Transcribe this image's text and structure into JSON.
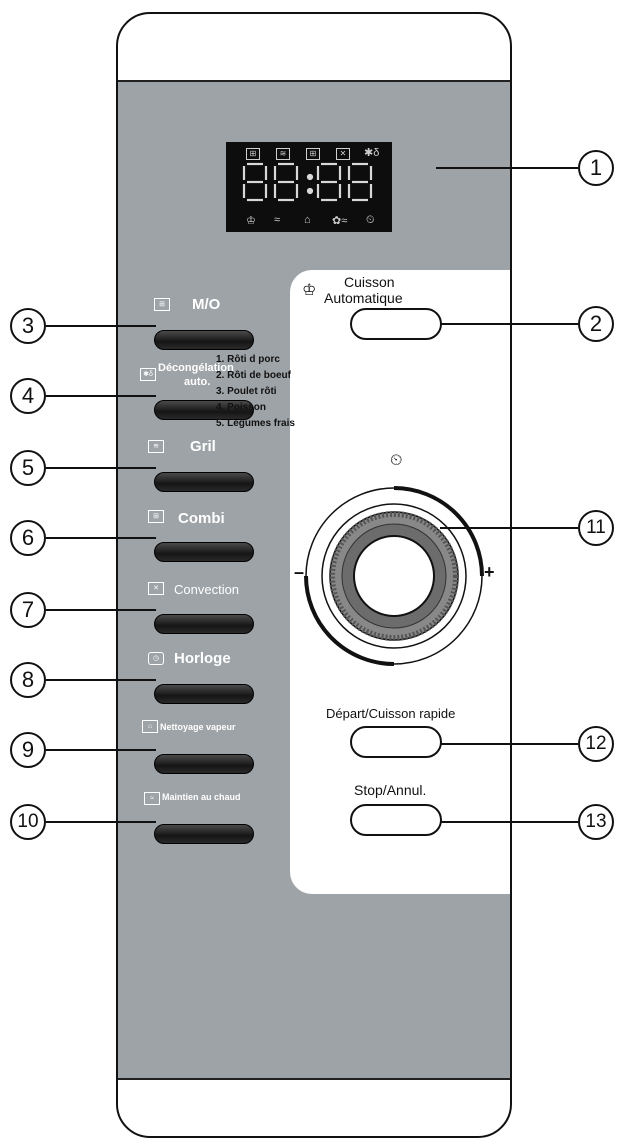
{
  "display": {
    "digits": "88:88",
    "top_icons": [
      "microwave-icon",
      "grill-icon",
      "combi-icon",
      "convection-icon",
      "defrost-icon"
    ],
    "bottom_icons": [
      "chef-hat-icon",
      "keep-warm-icon",
      "steam-clean-icon",
      "fan-icon",
      "timer-icon"
    ]
  },
  "left_buttons": [
    {
      "label": "M/O",
      "icon": "microwave-icon",
      "callout": "3"
    },
    {
      "label": "Décongélation",
      "label2": "auto.",
      "icon": "defrost-icon",
      "callout": "4"
    },
    {
      "label": "Gril",
      "icon": "grill-icon",
      "callout": "5"
    },
    {
      "label": "Combi",
      "icon": "combi-icon",
      "callout": "6"
    },
    {
      "label": "Convection",
      "icon": "convection-icon",
      "callout": "7"
    },
    {
      "label": "Horloge",
      "icon": "clock-icon",
      "callout": "8"
    },
    {
      "label": "Nettoyage vapeur",
      "icon": "steam-clean-icon",
      "callout": "9"
    },
    {
      "label": "Maintien au chaud",
      "icon": "keep-warm-icon",
      "callout": "10"
    }
  ],
  "auto_cook": {
    "label_line1": "Cuisson",
    "label_line2": "Automatique",
    "callout": "2",
    "menu": [
      "1. Rôti d porc",
      "2. Rôti de boeuf",
      "3. Poulet rôti",
      "4. Poisson",
      "5. Légumes frais"
    ]
  },
  "dial": {
    "minus": "–",
    "plus": "+",
    "callout": "11"
  },
  "start_button": {
    "label": "Départ/Cuisson rapide",
    "callout": "12"
  },
  "stop_button": {
    "label": "Stop/Annul.",
    "callout": "13"
  },
  "display_callout": "1"
}
